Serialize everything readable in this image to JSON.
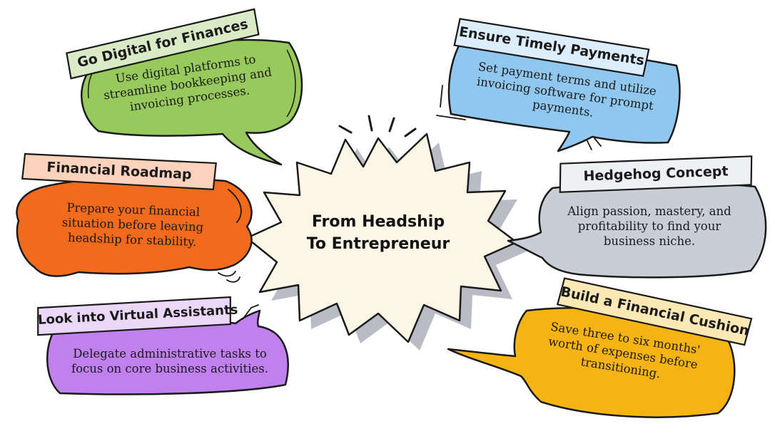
{
  "center": {
    "line1": "From Headship",
    "line2": "To Entrepreneur",
    "color": "#FBF6E6"
  },
  "bubbles": [
    {
      "id": "go-digital",
      "title": "Go Digital for Finances",
      "lines": [
        "Use digital platforms to",
        "streamline bookkeeping and",
        "invoicing processes."
      ],
      "color": "#97C95C",
      "label_color": "#D9EBC6"
    },
    {
      "id": "timely-payments",
      "title": "Ensure Timely Payments",
      "lines": [
        "Set payment terms and utilize",
        "invoicing software for prompt",
        "payments."
      ],
      "color": "#8FC7EE",
      "label_color": "#DCEEFB"
    },
    {
      "id": "financial-roadmap",
      "title": "Financial Roadmap",
      "lines": [
        "Prepare your financial",
        "situation before leaving",
        "headship for stability."
      ],
      "color": "#F26A1B",
      "label_color": "#FBD3BC"
    },
    {
      "id": "hedgehog-concept",
      "title": "Hedgehog Concept",
      "lines": [
        "Align passion, mastery, and",
        "profitability to find your",
        "business niche."
      ],
      "color": "#C9CED6",
      "label_color": "#EEF0F4"
    },
    {
      "id": "virtual-assistants",
      "title": "Look into Virtual Assistants",
      "lines": [
        "Delegate administrative tasks to",
        "focus on core business activities."
      ],
      "color": "#C080EE",
      "label_color": "#EBD8F9"
    },
    {
      "id": "financial-cushion",
      "title": "Build a Financial Cushion",
      "lines": [
        "Save three to six months'",
        "worth of expenses before",
        "transitioning."
      ],
      "color": "#F5B314",
      "label_color": "#FBE8B5"
    }
  ]
}
